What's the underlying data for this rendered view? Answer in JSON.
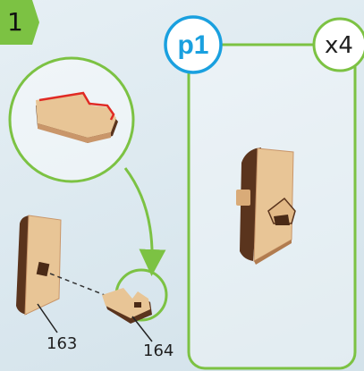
{
  "step": {
    "number": "1",
    "badge_color": "#7cc243"
  },
  "panel": {
    "piece_label": "p1",
    "quantity": "x4",
    "outline_color": "#7cc243",
    "label_ring_color": "#1aa0df"
  },
  "parts": [
    {
      "number": "163"
    },
    {
      "number": "164"
    }
  ],
  "colors": {
    "wood": "#e8c596",
    "wood_shadow": "#c9966a",
    "wood_edge": "#5a341d",
    "highlight_edge": "#e02a24",
    "background": "#dde9ef"
  }
}
